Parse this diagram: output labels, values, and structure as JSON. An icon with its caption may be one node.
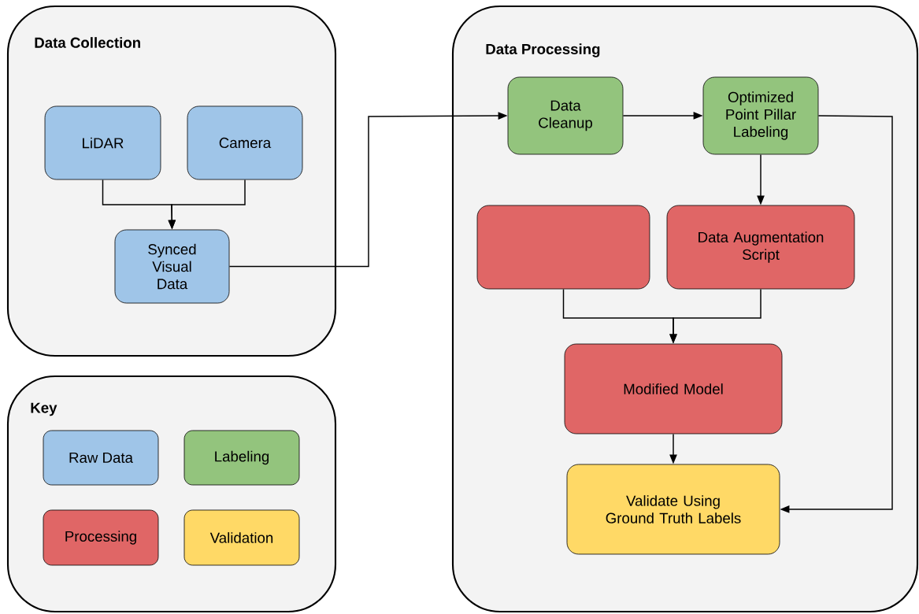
{
  "diagram": {
    "nodes": [
      {
        "text": [
          "Data Collection"
        ]
      },
      {
        "text": [
          "LiDAR"
        ],
        "in": 0
      },
      {
        "text": [
          "Camera"
        ],
        "in": 0
      },
      {
        "text": [
          "Synced Visual Data"
        ],
        "in": 0
      },
      {
        "text": [
          "Key"
        ]
      },
      {
        "text": [
          "Data Processing"
        ]
      },
      {
        "text": [
          "Data Cleanup"
        ],
        "in": 5
      },
      {
        "text": [
          "Optimized Point Pillar Labeling"
        ],
        "in": 5
      },
      {
        "text": [],
        "shape": "box",
        "in": 5
      },
      {
        "text": [
          "Data Augmentation Script"
        ],
        "in": 5
      },
      {
        "text": [
          "Modified Model"
        ],
        "in": 5
      },
      {
        "text": [
          "Validate Using Ground Truth Labels"
        ],
        "in": 5
      }
    ],
    "edges": [
      {
        "from": 1,
        "to": 3,
        "arrow": "to"
      },
      {
        "from": 2,
        "to": 3,
        "arrow": "to"
      },
      {
        "from": 3,
        "to": 6,
        "arrow": "to"
      },
      {
        "from": 6,
        "to": 7,
        "arrow": "to"
      },
      {
        "from": 7,
        "to": 9,
        "arrow": "to"
      },
      {
        "from": 8,
        "to": 10,
        "arrow": "to"
      },
      {
        "from": 9,
        "to": 10,
        "arrow": "to"
      },
      {
        "from": 10,
        "to": 11,
        "arrow": "to"
      },
      {
        "from": 7,
        "to": 11,
        "arrow": "to"
      }
    ],
    "legend": [
      {
        "text": "Raw Data",
        "color": "#9fc5e8"
      },
      {
        "text": "Labeling",
        "color": "#93c47d"
      },
      {
        "text": "Processing",
        "color": "#e06666"
      },
      {
        "text": "Validation",
        "color": "#ffd966"
      }
    ]
  }
}
